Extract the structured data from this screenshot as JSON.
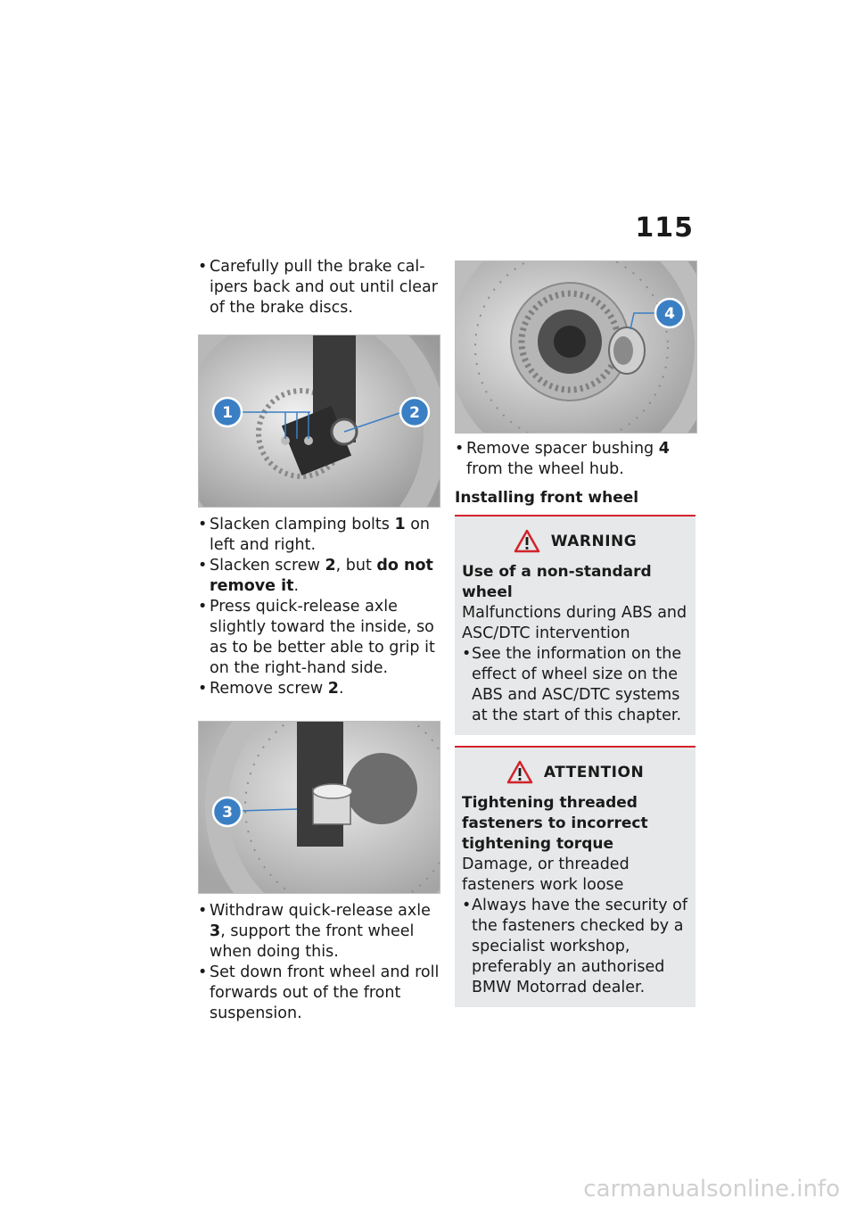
{
  "page": {
    "number": "115"
  },
  "left_column": {
    "step1": "Carefully pull the brake cal­ipers back and out until clear of the brake discs.",
    "figure1": {
      "callout_1": "1",
      "callout_2": "2"
    },
    "step2": {
      "a": "Slacken clamping bolts ",
      "b": "1",
      "c": " on left and right."
    },
    "step3": {
      "a": "Slacken screw ",
      "b": "2",
      "c": ", but ",
      "d": "do not remove it",
      "e": "."
    },
    "step4": "Press quick-release axle slightly toward the inside, so as to be better able to grip it on the right-hand side.",
    "step5": {
      "a": "Remove screw ",
      "b": "2",
      "c": "."
    },
    "figure2": {
      "callout_3": "3"
    },
    "step6": {
      "a": "Withdraw quick-release axle ",
      "b": "3",
      "c": ", support the front wheel when doing this."
    },
    "step7": "Set down front wheel and roll forwards out of the front suspension."
  },
  "right_column": {
    "figure3": {
      "callout_4": "4"
    },
    "step8": {
      "a": "Remove spacer bushing ",
      "b": "4",
      "c": " from the wheel hub."
    },
    "section_heading": "Installing front wheel",
    "warning": {
      "title": "WARNING",
      "hazard": "Use of a non-standard wheel",
      "consequence": "Malfunctions during ABS and ASC/DTC intervention",
      "action": "See the information on the effect of wheel size on the ABS and ASC/DTC systems at the start of this chapter."
    },
    "attention": {
      "title": "ATTENTION",
      "hazard": "Tightening threaded fasten­ers to incorrect tightening torque",
      "consequence": "Damage, or threaded fasten­ers work loose",
      "action": "Always have the security of the fasteners checked by a specialist workshop, preferably an authorised BMW Motorrad dealer."
    }
  },
  "watermark": "carmanualsonline.info",
  "colors": {
    "callout": "#3a7fc4",
    "warning_line": "#d2232a",
    "notice_bg": "#e6e8e9"
  }
}
